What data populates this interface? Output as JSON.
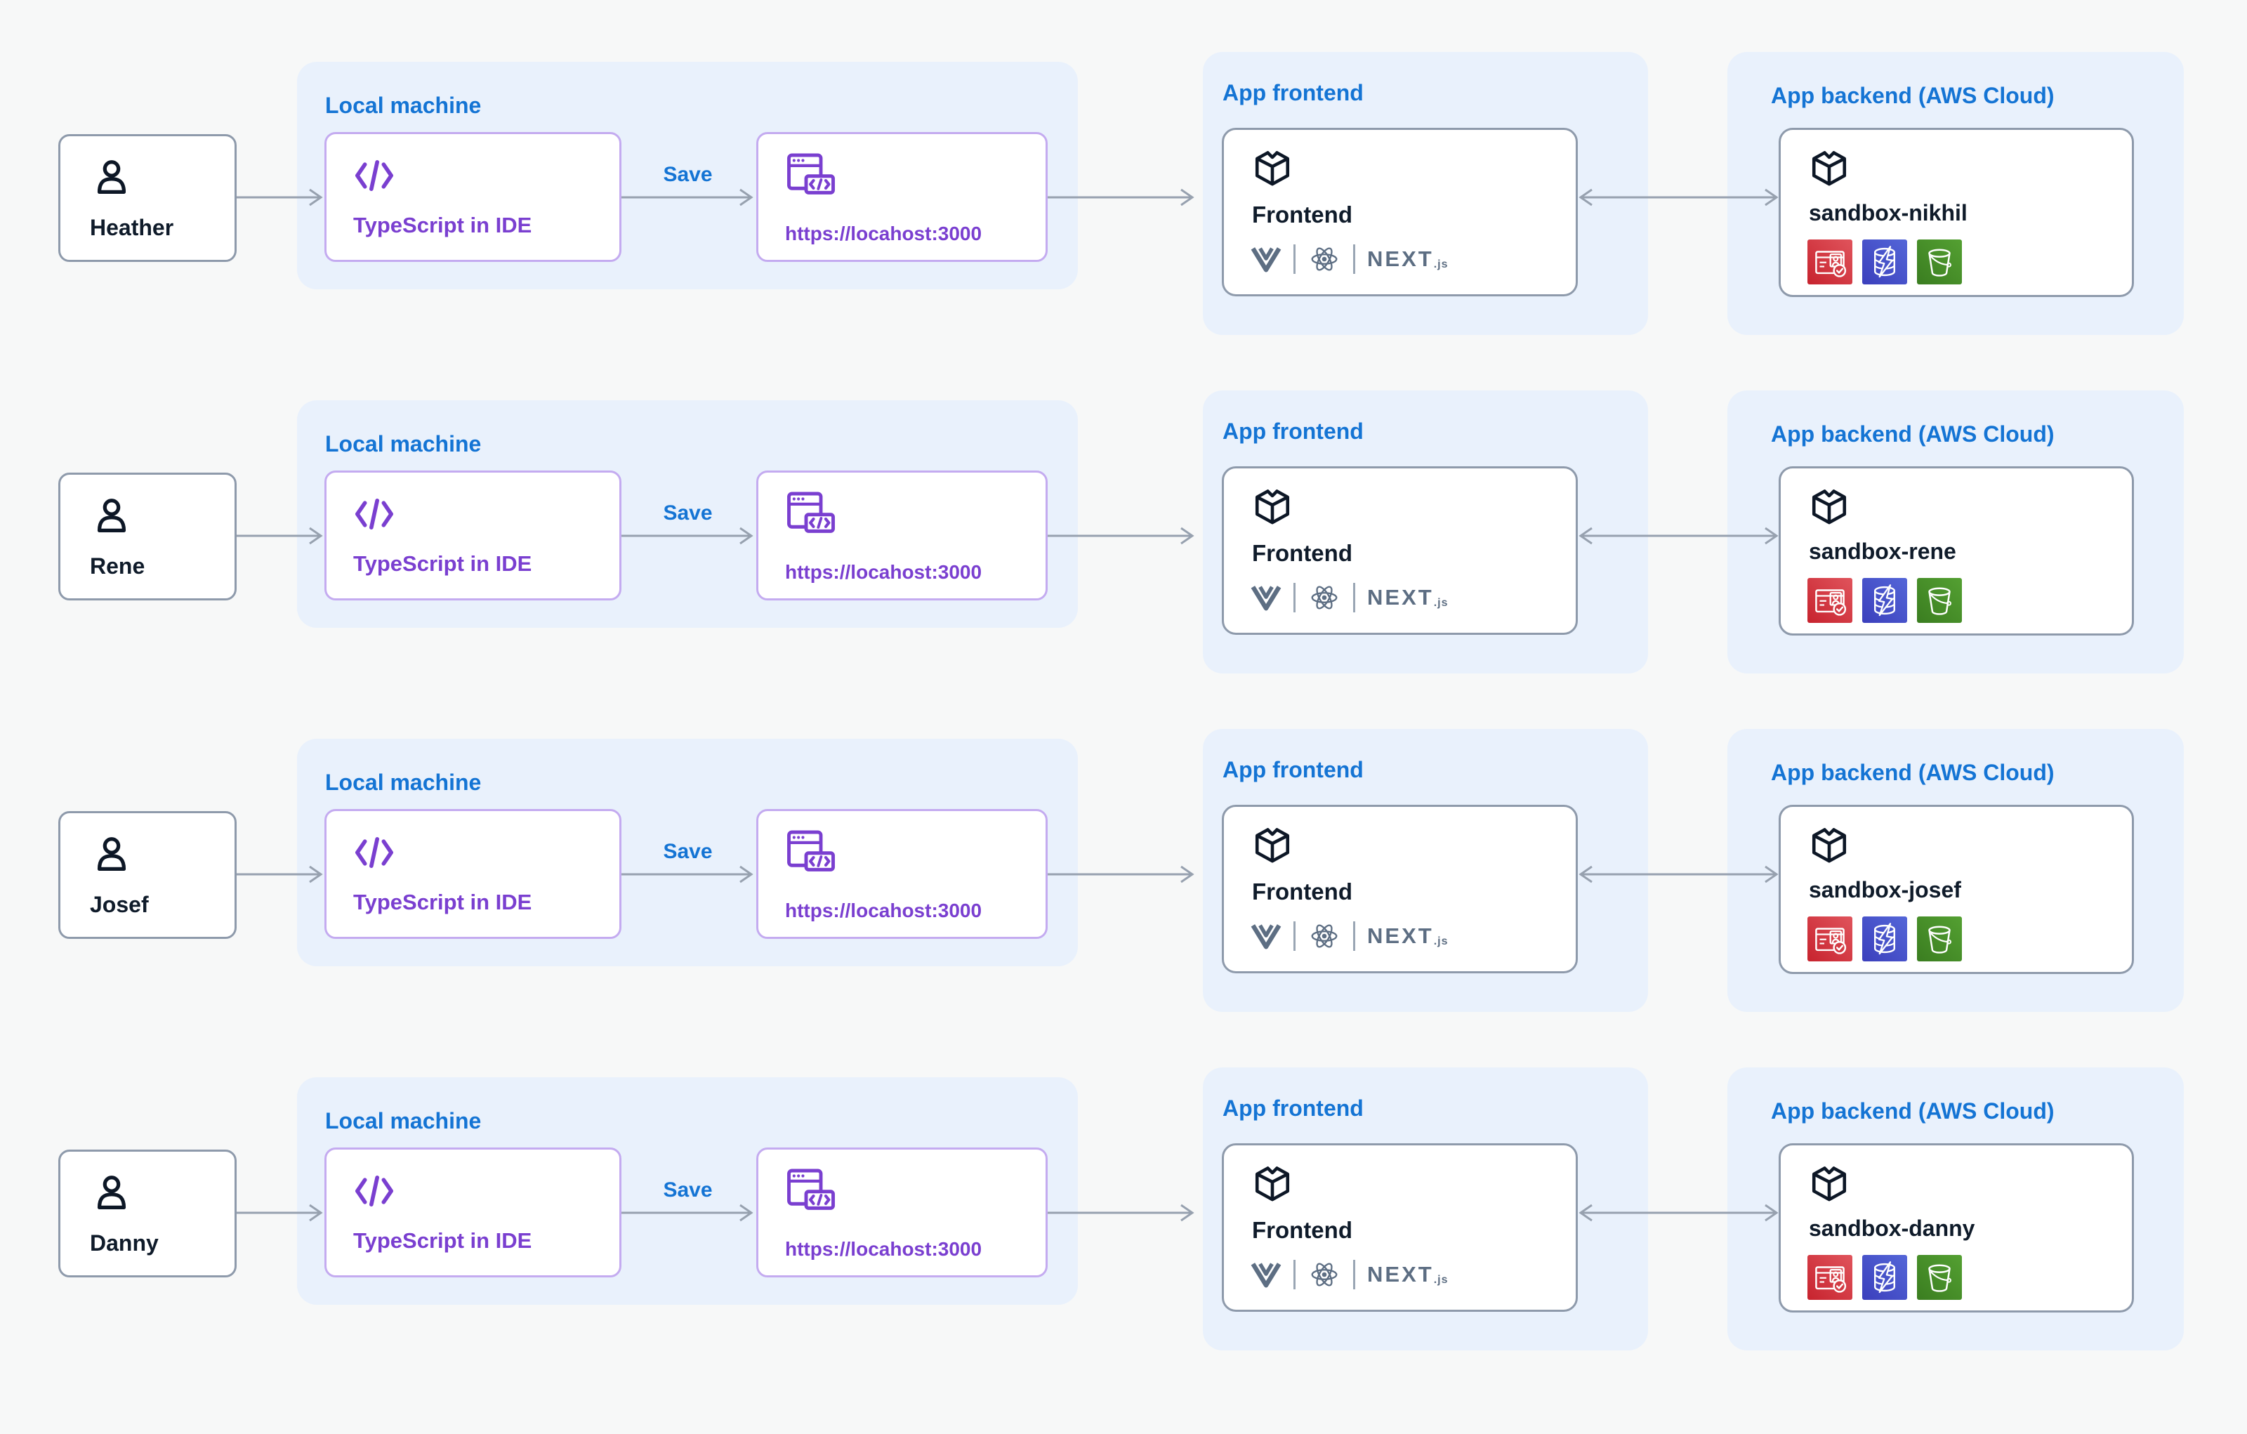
{
  "diagram": {
    "description": "Per-developer cloud sandbox workflow diagram",
    "labels": {
      "local_machine": "Local machine",
      "app_frontend": "App frontend",
      "app_backend": "App backend (AWS Cloud)",
      "save": "Save",
      "typescript": "TypeScript in IDE",
      "localhost": "https://locahost:3000",
      "frontend": "Frontend",
      "next_wordmark": "NEXT",
      "next_suffix": ".js"
    },
    "rows": [
      {
        "person": "Heather",
        "sandbox": "sandbox-nikhil"
      },
      {
        "person": "Rene",
        "sandbox": "sandbox-rene"
      },
      {
        "person": "Josef",
        "sandbox": "sandbox-josef"
      },
      {
        "person": "Danny",
        "sandbox": "sandbox-danny"
      }
    ],
    "icons": {
      "person": "person-icon",
      "code": "code-brackets-icon",
      "browser": "browser-code-icon",
      "cube": "package-cube-icon",
      "frontend_logos": [
        "vue-logo",
        "react-logo",
        "nextjs-logo"
      ],
      "aws_services": [
        "amazon-cognito-icon",
        "amazon-dynamodb-icon",
        "amazon-s3-icon"
      ]
    },
    "colors": {
      "page_background": "#f7f8f8",
      "section_background": "#e9f1fc",
      "title_blue": "#1474d4",
      "purple": "#7a3fd0",
      "purple_border": "#c4abf0",
      "gray_border": "#8e9aab",
      "dark_text": "#0f1b2a",
      "arrow_gray": "#97a1af",
      "logo_gray": "#5d6e83",
      "aws_red": "#d23b44",
      "aws_blue": "#4754c9",
      "aws_green": "#458c28"
    }
  }
}
